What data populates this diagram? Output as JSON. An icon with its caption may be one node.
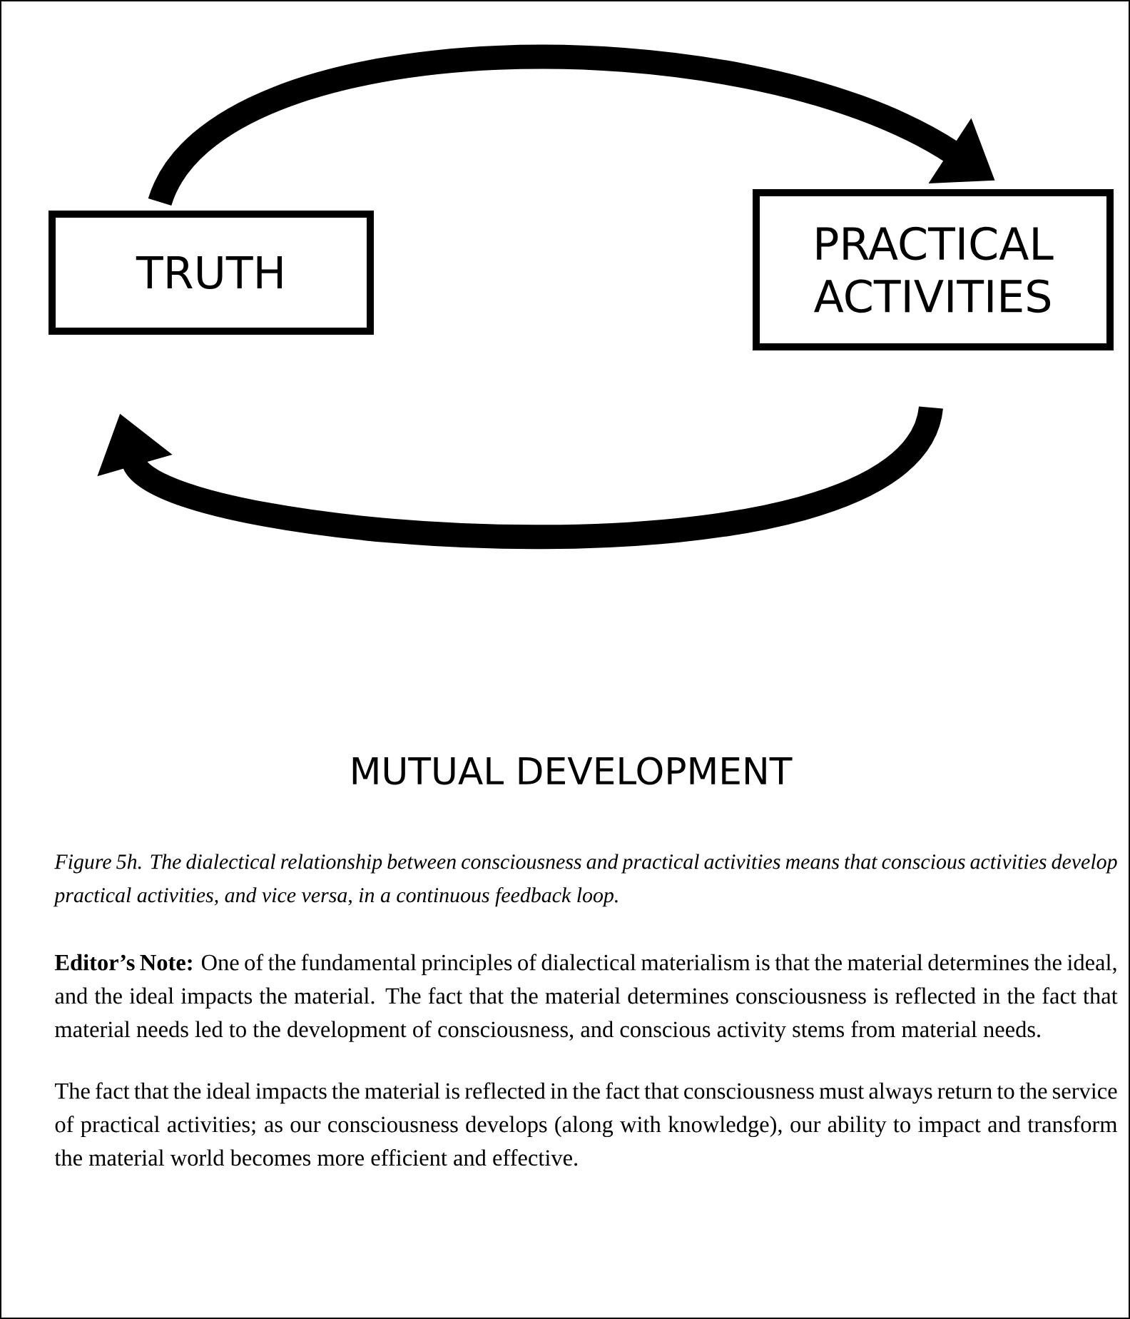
{
  "diagram": {
    "caption": "Figure 5h. The dialectical relationship between consciousness and practical activities means that conscious activities develop practical activities, and vice versa, in a continuous feedback loop.",
    "nodes": [
      {
        "text": [
          "TRUTH"
        ]
      },
      {
        "text": [
          "PRACTICAL ACTIVITIES"
        ]
      }
    ],
    "edges": [
      {
        "from": 0,
        "to": 1,
        "arrow": "to"
      },
      {
        "from": 1,
        "to": 0,
        "arrow": "to"
      }
    ],
    "labels": [
      "MUTUAL DEVELOPMENT",
      "**Editor’s Note:** One of the fundamental principles of dialectical materialism is that the material determines the ideal, and the ideal impacts the material. The fact that the material determines consciousness is reflected in the fact that material needs led to the development of consciousness, and conscious activity stems from material needs.",
      "The fact that the ideal impacts the material is reflected in the fact that consciousness must always return to the service of practical activities; as our consciousness develops (along with knowledge), our ability to impact and transform the material world becomes more efficient and effective."
    ]
  }
}
